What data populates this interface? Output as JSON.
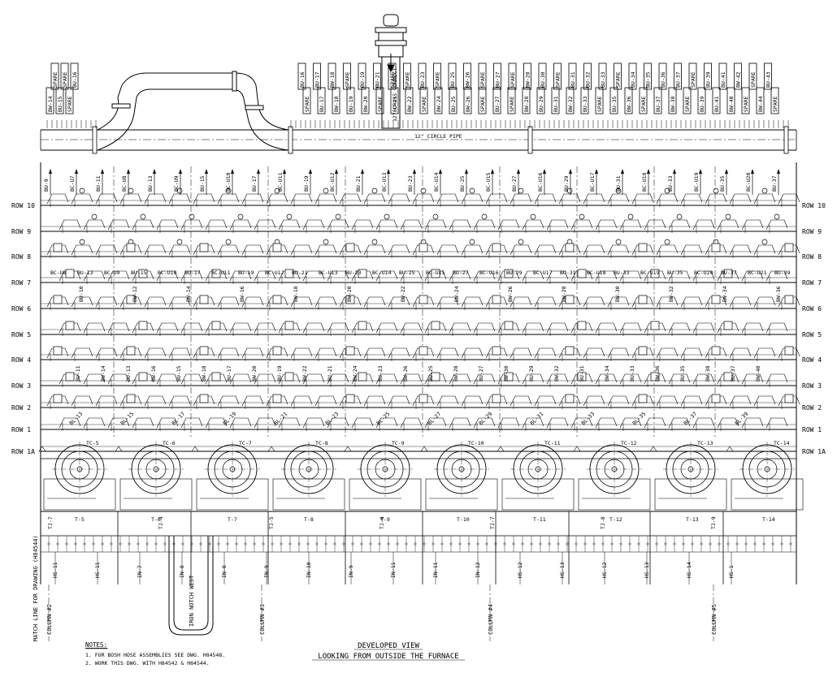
{
  "rows": [
    "ROW 10",
    "ROW 9",
    "ROW 8",
    "ROW 7",
    "ROW 6",
    "ROW 5",
    "ROW 4",
    "ROW 3",
    "ROW 2",
    "ROW 1",
    "ROW 1A"
  ],
  "header": {
    "pipe_label": "12\" CIRCLE PIPE",
    "cross_label": "12\" CROSS CONNECT",
    "boxes_left_top": [
      "SPARE",
      "SPARE",
      "BU-16"
    ],
    "boxes_left_bottom": [
      "BW-14",
      "BU-15",
      "SPARE"
    ],
    "boxes_top": [
      "BU-16",
      "BU-17",
      "BW-18",
      "SPARE",
      "BU-19",
      "BU-21",
      "SPARE",
      "SPARE",
      "BU-23",
      "SPARE",
      "BU-25",
      "BW-26",
      "SPARE",
      "BU-27",
      "SPARE",
      "BW-28",
      "BU-30",
      "SPARE",
      "BU-31",
      "BU-32",
      "BU-33",
      "SPARE",
      "BU-34",
      "BU-35",
      "BU-36",
      "BU-37",
      "SPARE",
      "BU-39",
      "BU-41",
      "BW-42",
      "SPARE",
      "BU-43"
    ],
    "boxes_bottom": [
      "SPARE",
      "BU-17",
      "BW-18",
      "BU-19",
      "BW-20",
      "SPARE",
      "BU-21",
      "BW-22",
      "SPARE",
      "BW-24",
      "BU-25",
      "BW-26",
      "SPARE",
      "BU-27",
      "SPARE",
      "BW-28",
      "BU-29",
      "BU-31",
      "BW-32",
      "BU-33",
      "SPARE",
      "BU-35",
      "BW-36",
      "SPARE",
      "BU-37",
      "BW-38",
      "SPARE",
      "BU-39",
      "BU-41",
      "BW-40",
      "SPARE",
      "BW-44",
      "SPARE"
    ]
  },
  "row10_labels": [
    "BU-9",
    "BC-U7",
    "BU-11",
    "BC-U8",
    "BU-13",
    "BC-U9",
    "BU-15",
    "BC-U10",
    "BU-17",
    "BC-U11",
    "BU-19",
    "BC-U12",
    "BU-21",
    "BC-U13",
    "BU-23",
    "BC-U14",
    "BU-25",
    "BC-U15",
    "BU-27",
    "BC-U16",
    "BU-29",
    "BC-U17",
    "BU-31",
    "BC-U18",
    "BU-33",
    "BC-U19",
    "BU-35",
    "BC-U20",
    "BU-37"
  ],
  "row8_labels": [
    "BC-U8",
    "BU-13",
    "BC-U9",
    "BU-15",
    "BC-U10",
    "BU-17",
    "BC-U11",
    "BU-19",
    "BC-U12",
    "BU-21",
    "BC-U13",
    "BU-23",
    "BC-U14",
    "BU-25",
    "BC-U15",
    "BU-27",
    "BC-U16",
    "BU-29",
    "BC-U17",
    "BU-31",
    "BC-U18",
    "BU-33",
    "BC-U19",
    "BU-35",
    "BC-U20",
    "BU-37",
    "BC-U21",
    "BU-39"
  ],
  "row7_labels": [
    "BU-10",
    "BW-12",
    "BW-14",
    "BW-16",
    "BW-18",
    "BW-20",
    "BW-22",
    "BW-24",
    "BW-26",
    "BW-28",
    "BW-30",
    "BW-32",
    "BW-34",
    "BW-36"
  ],
  "row3_labels": [
    "BU-11",
    "BW-14",
    "BU-13",
    "BW-16",
    "BU-15",
    "BW-18",
    "BU-17",
    "BW-20",
    "BU-19",
    "BW-22",
    "BU-21",
    "BW-24",
    "BU-23",
    "BW-26",
    "BU-25",
    "BW-28",
    "BU-27",
    "BW-30",
    "BU-29",
    "BW-32",
    "BU-31",
    "BW-34",
    "BU-33",
    "BW-36",
    "BU-35",
    "BW-38",
    "BU-37",
    "BW-40"
  ],
  "row1_labels": [
    "BL-13",
    "BL-15",
    "BL-17",
    "BL-19",
    "BL-21",
    "BL-23",
    "BL-25",
    "BL-27",
    "BL-29",
    "BL-31",
    "BL-33",
    "BL-35",
    "BL-37",
    "BL-39"
  ],
  "tuyeres": [
    {
      "tc": "TC-5",
      "t": "T-5"
    },
    {
      "tc": "TC-6",
      "t": "T-6"
    },
    {
      "tc": "TC-7",
      "t": "T-7"
    },
    {
      "tc": "TC-8",
      "t": "T-8"
    },
    {
      "tc": "TC-9",
      "t": "T-9"
    },
    {
      "tc": "TC-10",
      "t": "T-10"
    },
    {
      "tc": "TC-11",
      "t": "T-11"
    },
    {
      "tc": "TC-12",
      "t": "T-12"
    },
    {
      "tc": "TC-13",
      "t": "T-13"
    },
    {
      "tc": "TC-14",
      "t": "T-14"
    }
  ],
  "tj_labels": [
    "TJ-7",
    "TJ-4",
    "TJ-5",
    "TJ-6",
    "TJ-7",
    "TJ-8",
    "TJ-9"
  ],
  "bottom_labels": [
    "HS-11",
    "HS-11",
    "IN-7",
    "IN-8",
    "IN-8",
    "IN-9",
    "IN-10",
    "IN-9",
    "IN-11",
    "IN-11",
    "IN-12",
    "HS-12",
    "HS-13",
    "HS-12",
    "HS-13",
    "HS-14",
    "HS-1"
  ],
  "columns": [
    "COLUMN #2",
    "COLUMN #3",
    "COLUMN #4",
    "COLUMN #5"
  ],
  "match_line": "MATCH LINE FOR DRAWING (H84544)",
  "iron_notch": "IRON NOTCH WEST",
  "notes": {
    "heading": "NOTES:",
    "items": [
      "1. FOR BOSH HOSE ASSEMBLIES SEE DWG. H84548.",
      "2. WORK THIS DWG. WITH H84542 & H84544."
    ]
  },
  "title": {
    "line1": "DEVELOPED VIEW",
    "line2": "LOOKING FROM OUTSIDE THE FURNACE"
  }
}
